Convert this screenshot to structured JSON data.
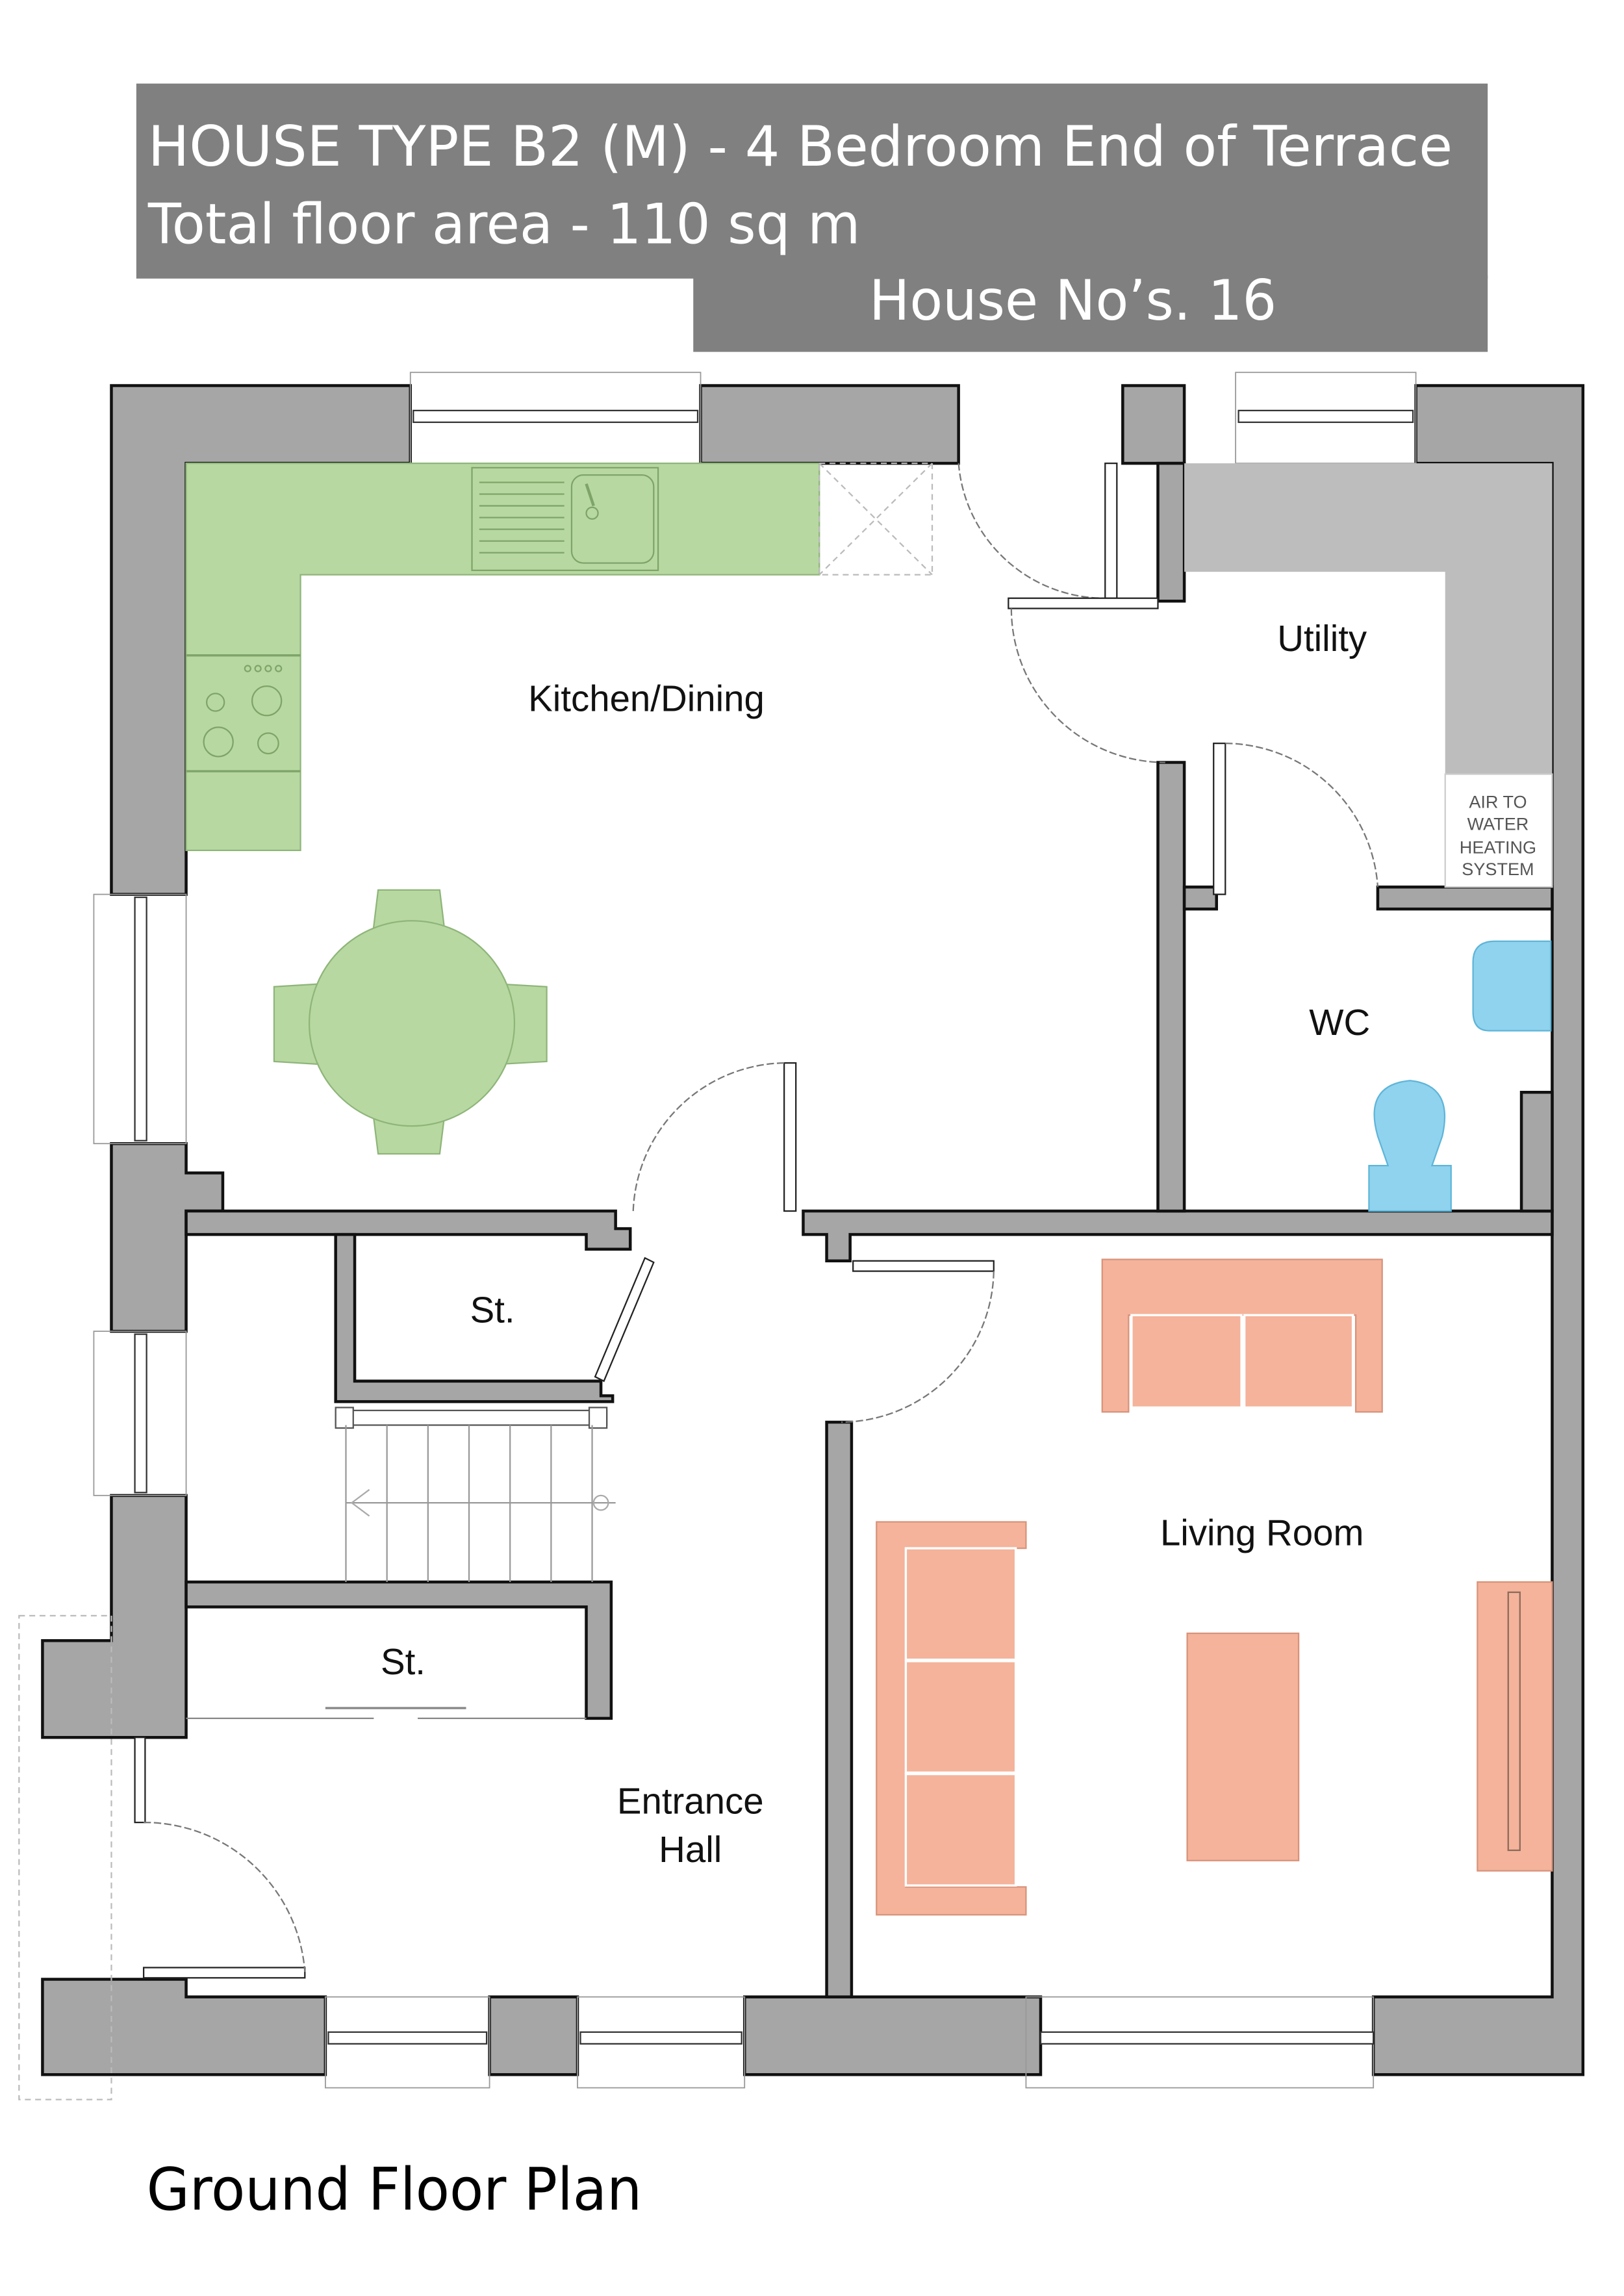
{
  "header": {
    "title": "HOUSE TYPE B2 (M) - 4 Bedroom End of Terrace",
    "floor_area": "Total floor area - 110 sq m",
    "house_numbers": "House No’s. 16",
    "background_color": "#808080",
    "text_color": "#ffffff"
  },
  "rooms": {
    "kitchen_dining": "Kitchen/Dining",
    "utility": "Utility",
    "wc": "WC",
    "store_upper": "St.",
    "store_lower": "St.",
    "living_room": "Living Room",
    "entrance_hall_line1": "Entrance",
    "entrance_hall_line2": "Hall"
  },
  "fixtures": {
    "heating_line1": "AIR TO",
    "heating_line2": "WATER",
    "heating_line3": "HEATING",
    "heating_line4": "SYSTEM"
  },
  "colors": {
    "wall": "#a6a6a6",
    "kitchen_units": "#b7d9a1",
    "living_furniture": "#f4b39a",
    "sanitary": "#8fd3ef",
    "utility_units": "#bdbdbd"
  },
  "caption": "Ground Floor Plan"
}
